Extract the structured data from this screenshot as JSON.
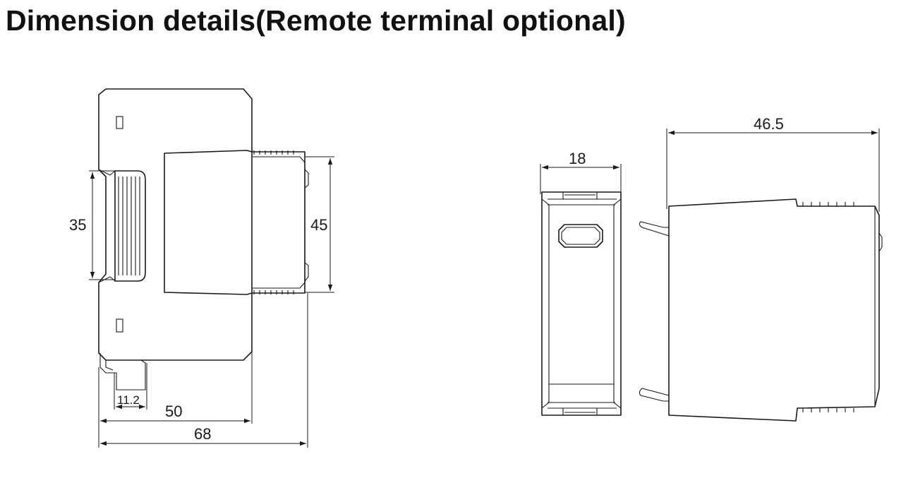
{
  "title": "Dimension details(Remote terminal optional)",
  "dimensions": {
    "side_view": {
      "height_35": "35",
      "height_45": "45",
      "width_11_2": "11.2",
      "width_50": "50",
      "width_68": "68"
    },
    "front_view": {
      "width_18": "18"
    },
    "rear_view": {
      "width_46_5": "46.5"
    }
  }
}
